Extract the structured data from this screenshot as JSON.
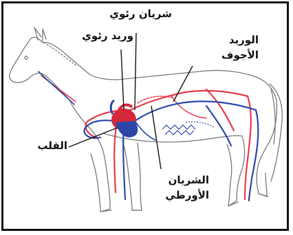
{
  "labels": {
    "pulmonary_artery": "شريان رئوي",
    "pulmonary_vein": "وريد رئوي",
    "vena_cava_line1": "الوريد",
    "vena_cava_line2": "الأجوف",
    "heart": "القلب",
    "aorta_line1": "الشريان",
    "aorta_line2": "الأورطي"
  },
  "colors": {
    "frame": "#111111",
    "outline": "#777777",
    "artery": "#e23a4a",
    "vein": "#2a47a8",
    "heart": "#d6283c",
    "pointer": "#111111"
  }
}
